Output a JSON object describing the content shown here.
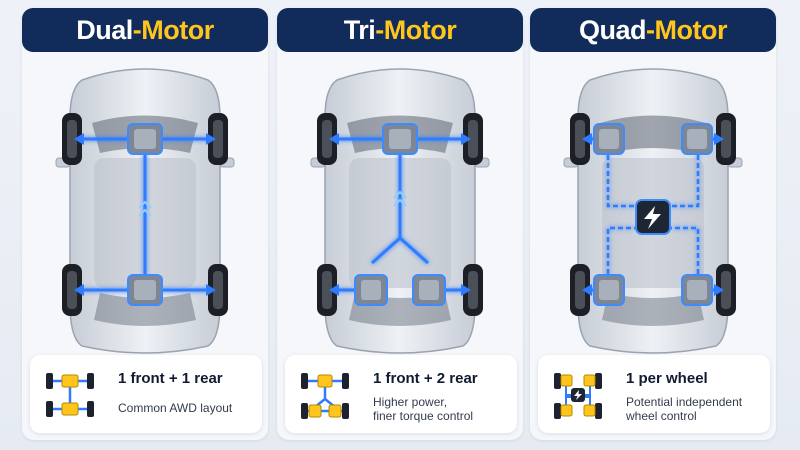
{
  "panels": [
    {
      "title_a": "Dual",
      "title_sep": "-",
      "title_b": "Motor",
      "summary": "1 front + 1 rear",
      "description": [
        "Common AWD layout"
      ],
      "icon": "dual-motor-layout-icon"
    },
    {
      "title_a": "Tri",
      "title_sep": "-",
      "title_b": "Motor",
      "summary": "1 front + 2 rear",
      "description": [
        "Higher power,",
        "finer torque control"
      ],
      "icon": "tri-motor-layout-icon"
    },
    {
      "title_a": "Quad",
      "title_sep": "-",
      "title_b": "Motor",
      "summary": "1 per wheel",
      "description": [
        "Potential independent",
        "wheel control"
      ],
      "icon": "quad-motor-layout-icon"
    }
  ],
  "colors": {
    "title_bg": "#112b5a",
    "accent_yellow": "#ffc51c",
    "flow_blue": "#2f7bff",
    "panel_bg": "#f5f7fb"
  }
}
